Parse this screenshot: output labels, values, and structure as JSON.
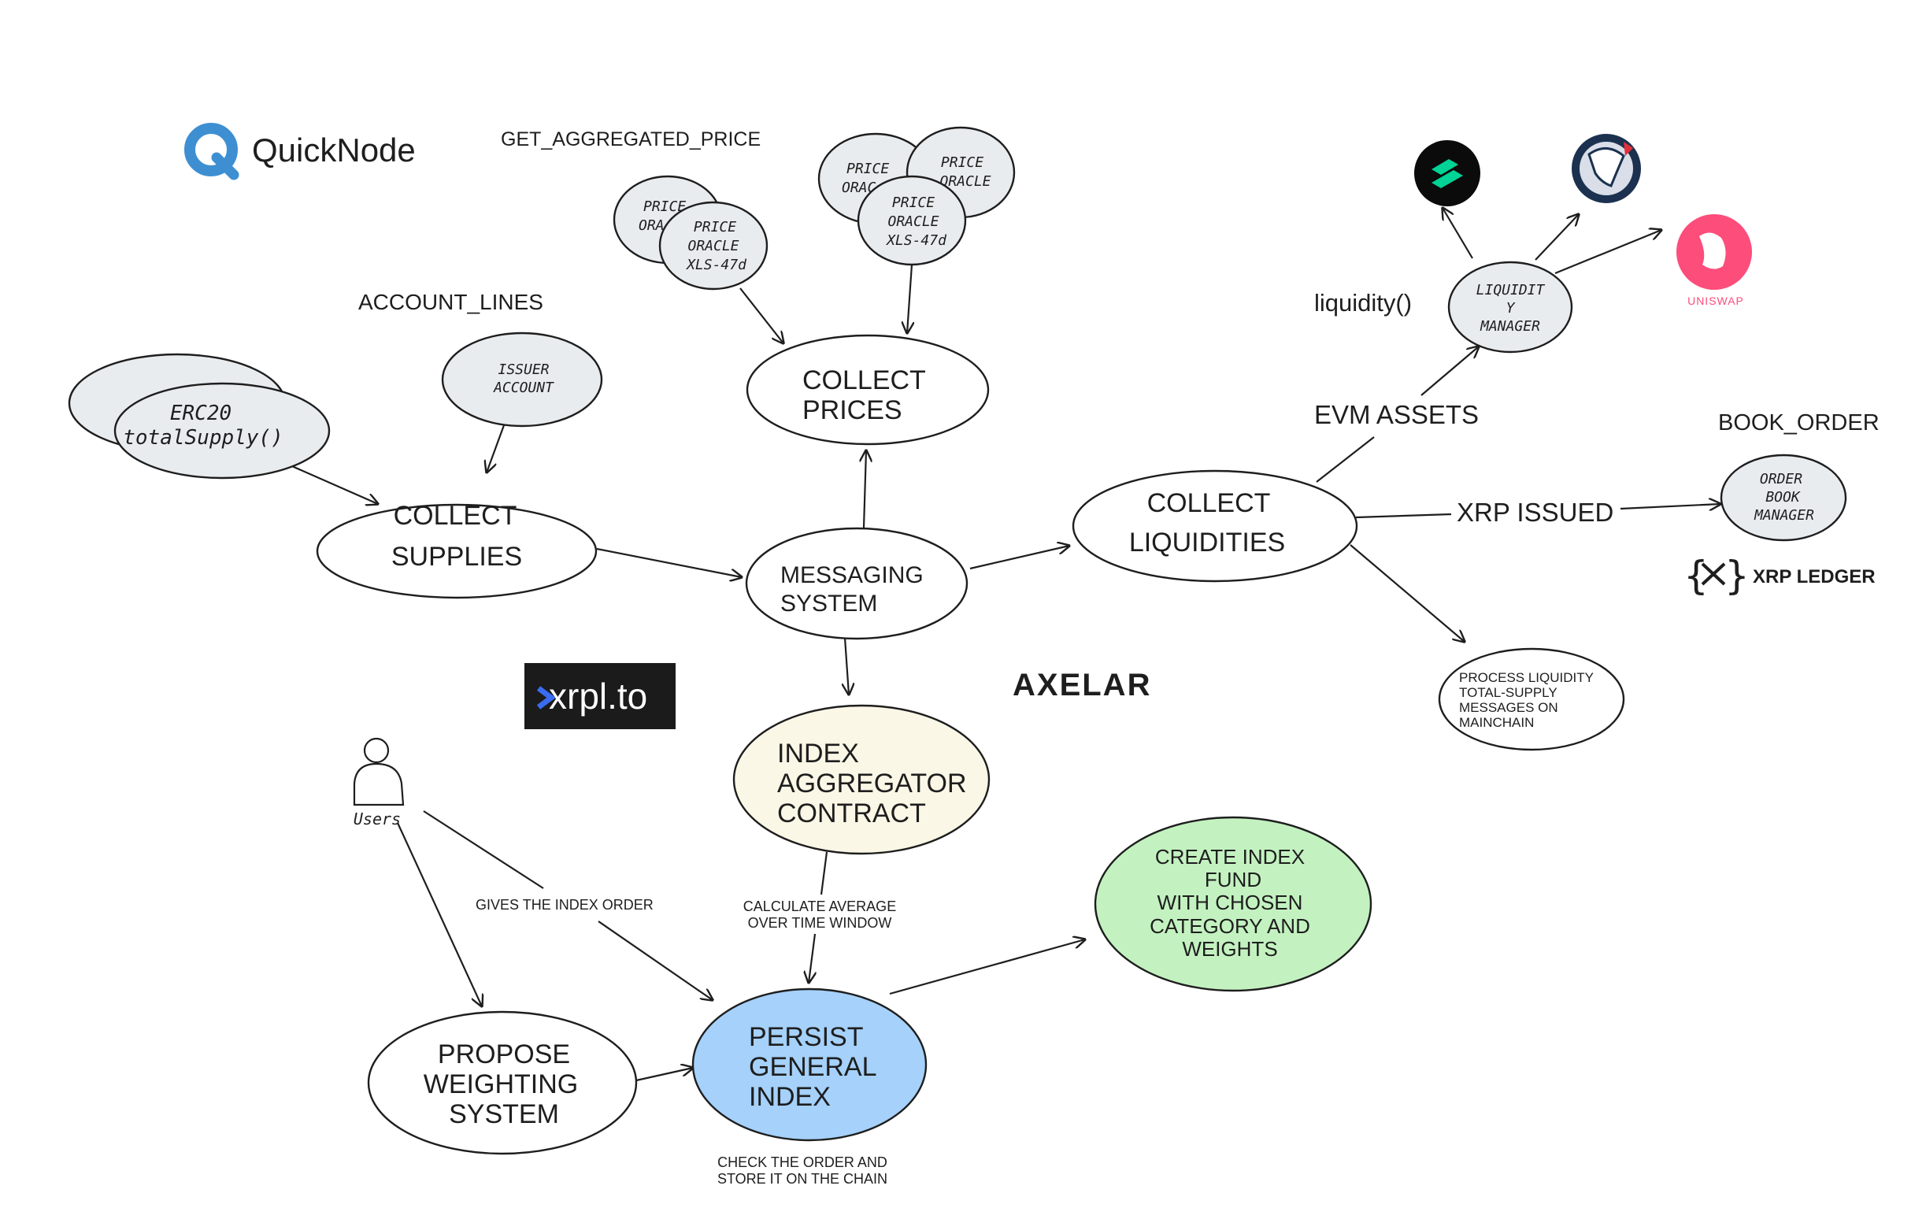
{
  "nodes": {
    "collect_supplies": [
      "COLLECT",
      "SUPPLIES"
    ],
    "collect_prices": [
      "COLLECT",
      "PRICES"
    ],
    "messaging_system": [
      "MESSAGING",
      "SYSTEM"
    ],
    "collect_liquidities": [
      "COLLECT",
      "LIQUIDITIES"
    ],
    "index_aggregator": [
      "INDEX",
      "AGGREGATOR",
      "CONTRACT"
    ],
    "persist_general_index": [
      "PERSIST",
      "GENERAL",
      "INDEX"
    ],
    "propose_weighting": [
      "PROPOSE",
      "WEIGHTING",
      "SYSTEM"
    ],
    "create_index_fund": [
      "CREATE INDEX",
      "FUND",
      "WITH CHOSEN",
      "CATEGORY AND",
      "WEIGHTS"
    ],
    "process_liquidity": [
      "PROCESS LIQUIDITY",
      "TOTAL-SUPPLY",
      "MESSAGES ON",
      "MAINCHAIN"
    ],
    "issuer_account": [
      "ISSUER",
      "ACCOUNT"
    ],
    "erc20": [
      "ERC20",
      "totalSupply()"
    ],
    "liquidity_manager": [
      "LIQUIDIT",
      "Y",
      "MANAGER"
    ],
    "order_book_manager": [
      "ORDER",
      "BOOK",
      "MANAGER"
    ],
    "price_oracle_left_back": [
      "PRICE",
      "ORA"
    ],
    "price_oracle_left_front": [
      "PRICE",
      "ORACLE",
      "XLS-47d"
    ],
    "price_oracle_right_back1": [
      "PRICE",
      "ORAC"
    ],
    "price_oracle_right_back2": [
      "PRICE",
      "ORACLE"
    ],
    "price_oracle_right_front": [
      "PRICE",
      "ORACLE",
      "XLS-47d"
    ]
  },
  "labels": {
    "account_lines": "ACCOUNT_LINES",
    "get_aggregated_price": "GET_AGGREGATED_PRICE",
    "liquidity_fn": "liquidity()",
    "evm_assets": "EVM ASSETS",
    "xrp_issued": "XRP ISSUED",
    "book_order": "BOOK_ORDER",
    "gives_index_order": "GIVES THE INDEX ORDER",
    "calculate_average": [
      "CALCULATE AVERAGE",
      "OVER TIME WINDOW"
    ],
    "check_order": [
      "CHECK THE ORDER AND",
      "STORE IT ON THE CHAIN"
    ],
    "users": "Users"
  },
  "logos": {
    "quicknode": "QuickNode",
    "xrpl_to": "xrpl.to",
    "axelar": "AXELAR",
    "xrp_ledger": "XRP LEDGER",
    "uniswap": "UNISWAP"
  },
  "colors": {
    "index_aggregator_fill": "#fbf7e6",
    "persist_index_fill": "#a5d1fb",
    "create_index_fund_fill": "#c3f2c0",
    "small_node_fill": "#e9ecef",
    "quicknode_blue": "#3e8fd1",
    "uniswap_pink": "#fd4d7b",
    "xrpl_to_bg": "#1b1b1b"
  }
}
